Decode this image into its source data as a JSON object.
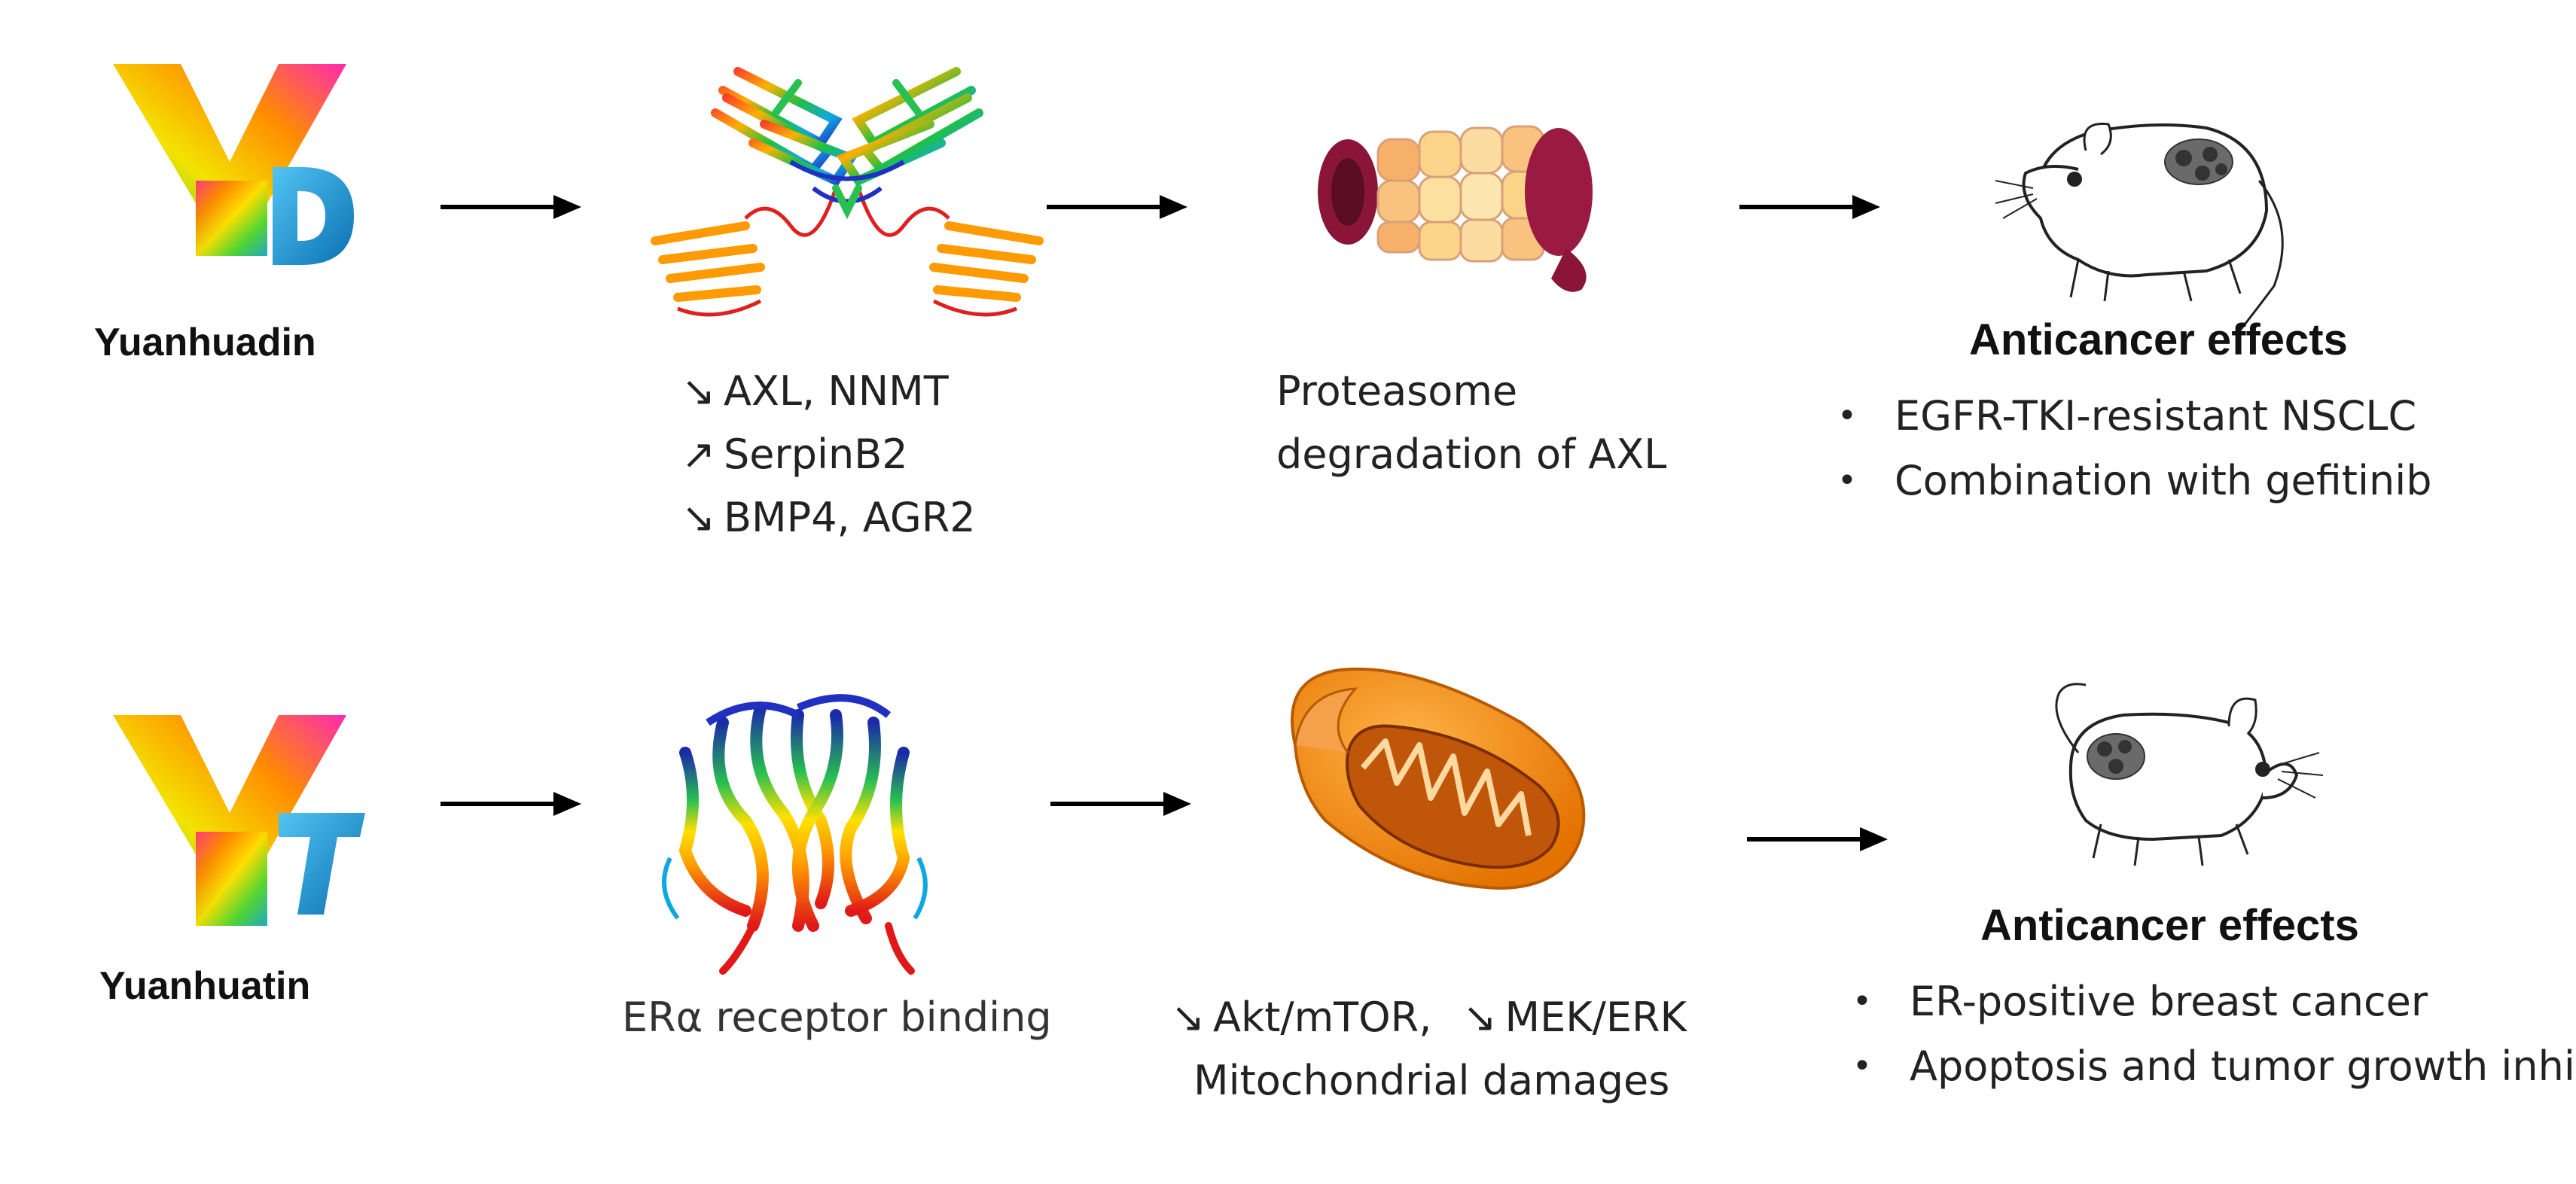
{
  "top": {
    "logo_letter": "D",
    "compound": "Yuanhuadin",
    "targets": [
      {
        "arrow": "↘",
        "text": "AXL, NNMT"
      },
      {
        "arrow": "↗",
        "text": "SerpinB2"
      },
      {
        "arrow": "↘",
        "text": "BMP4, AGR2"
      }
    ],
    "mechanism": [
      "Proteasome",
      "degradation of AXL"
    ],
    "effects_title": "Anticancer effects",
    "effects": [
      "EGFR-TKI-resistant NSCLC",
      "Combination with gefitinib"
    ]
  },
  "bottom": {
    "logo_letter": "T",
    "compound": "Yuanhuatin",
    "receptor_label": "ERα receptor binding",
    "pathway": [
      {
        "arrow": "↘",
        "text": "Akt/mTOR,"
      },
      {
        "arrow": "↘",
        "text": "MEK/ERK"
      }
    ],
    "pathway_line2": "Mitochondrial  damages",
    "effects_title": "Anticancer effects",
    "effects": [
      "ER-positive breast cancer",
      "Apoptosis and tumor growth inhibition"
    ]
  },
  "colors": {
    "logo_blue": "#1e88c8",
    "arrow": "#000000",
    "proteasome_dark": "#8a1538",
    "proteasome_light": "#f5a04a",
    "mitochondria": "#f08a12"
  },
  "icons": [
    "rainbow-y-logo",
    "protein-structure",
    "proteasome",
    "mitochondria",
    "mouse-tumor"
  ]
}
